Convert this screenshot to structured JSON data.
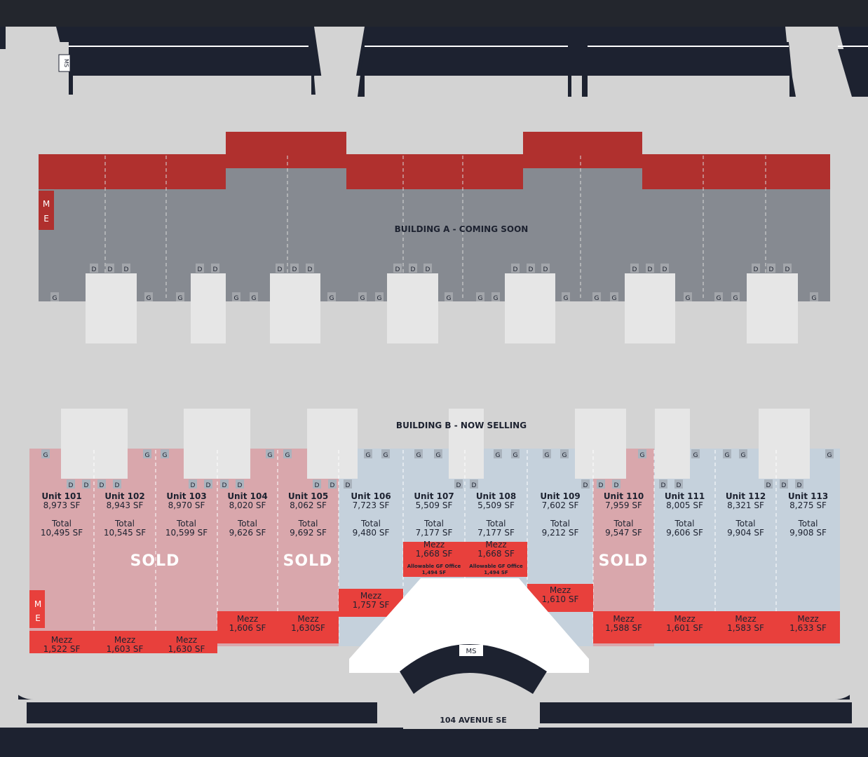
{
  "colors": {
    "background": "#1d2230",
    "lot": "#d3d3d3",
    "building_a": "#868a91",
    "building_a_front": "#b0302e",
    "available": "#c5d1dc",
    "sold": "#d9a7ac",
    "mezz": "#e8403c",
    "pad": "#e6e6e6"
  },
  "top_street": "",
  "bottom_street": "104 AVENUE SE",
  "building_a": {
    "label": "BUILDING A - COMING SOON"
  },
  "building_b": {
    "label": "BUILDING B - NOW SELLING"
  },
  "me": {
    "m": "M",
    "e": "E"
  },
  "ms_label": "MS",
  "sold_label": "SOLD",
  "total_label": "Total",
  "mezz_label": "Mezz",
  "allowable_label": "Allowable GF Office",
  "door_labels": {
    "d": "D",
    "g": "G"
  },
  "units": [
    {
      "name": "Unit 101",
      "sf": "8,973 SF",
      "total": "10,495 SF",
      "mezz": "1,522 SF",
      "sold": true
    },
    {
      "name": "Unit 102",
      "sf": "8,943 SF",
      "total": "10,545 SF",
      "mezz": "1,603 SF",
      "sold": true
    },
    {
      "name": "Unit 103",
      "sf": "8,970 SF",
      "total": "10,599 SF",
      "mezz": "1,630 SF",
      "sold": true
    },
    {
      "name": "Unit 104",
      "sf": "8,020 SF",
      "total": "9,626 SF",
      "mezz": "1,606 SF",
      "sold": true
    },
    {
      "name": "Unit 105",
      "sf": "8,062 SF",
      "total": "9,692 SF",
      "mezz": "1,630SF",
      "sold": true
    },
    {
      "name": "Unit 106",
      "sf": "7,723 SF",
      "total": "9,480 SF",
      "mezz": "1,757 SF",
      "sold": false
    },
    {
      "name": "Unit 107",
      "sf": "5,509 SF",
      "total": "7,177 SF",
      "mezz": "1,668 SF",
      "allowable": "1,494 SF",
      "sold": false
    },
    {
      "name": "Unit 108",
      "sf": "5,509 SF",
      "total": "7,177 SF",
      "mezz": "1,668 SF",
      "allowable": "1,494 SF",
      "sold": false
    },
    {
      "name": "Unit 109",
      "sf": "7,602 SF",
      "total": "9,212 SF",
      "mezz": "1,610 SF",
      "sold": false
    },
    {
      "name": "Unit 110",
      "sf": "7,959 SF",
      "total": "9,547 SF",
      "mezz": "1,588 SF",
      "sold": true
    },
    {
      "name": "Unit 111",
      "sf": "8,005 SF",
      "total": "9,606 SF",
      "mezz": "1,601 SF",
      "sold": false
    },
    {
      "name": "Unit 112",
      "sf": "8,321 SF",
      "total": "9,904 SF",
      "mezz": "1,583 SF",
      "sold": false
    },
    {
      "name": "Unit 113",
      "sf": "8,275 SF",
      "total": "9,908 SF",
      "mezz": "1,633 SF",
      "sold": false
    }
  ]
}
